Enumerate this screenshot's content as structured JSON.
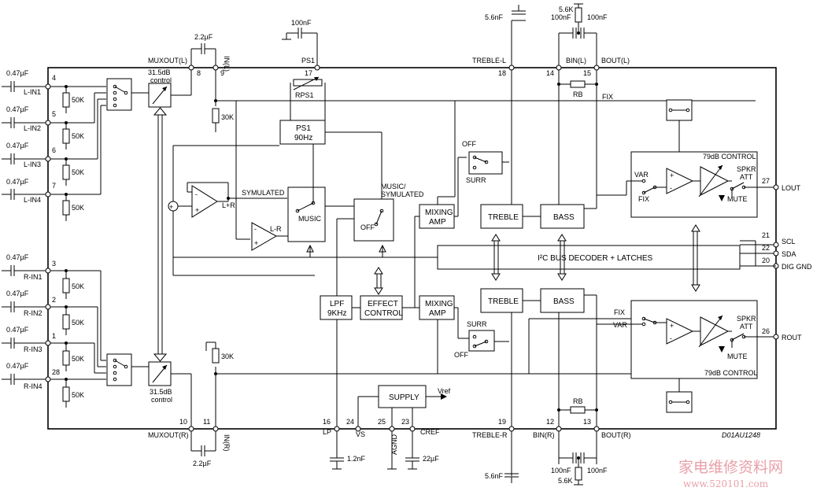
{
  "inputs_left": {
    "cap": "0.47µF",
    "l_in1": "L-IN1",
    "l_in2": "L-IN2",
    "l_in3": "L-IN3",
    "l_in4": "L-IN4",
    "r_in1": "R-IN1",
    "r_in2": "R-IN2",
    "r_in3": "R-IN3",
    "r_in4": "R-IN4",
    "res": "50K"
  },
  "pins": {
    "p1": "1",
    "p2": "2",
    "p3": "3",
    "p4": "4",
    "p5": "5",
    "p6": "6",
    "p7": "7",
    "p8": "8",
    "p9": "9",
    "p10": "10",
    "p11": "11",
    "p12": "12",
    "p13": "13",
    "p14": "14",
    "p15": "15",
    "p16": "16",
    "p17": "17",
    "p18": "18",
    "p19": "19",
    "p20": "20",
    "p21": "21",
    "p22": "22",
    "p23": "23",
    "p24": "24",
    "p25": "25",
    "p26": "26",
    "p27": "27",
    "p28": "28"
  },
  "labels": {
    "muxout_l": "MUXOUT(L)",
    "muxout_r": "MUXOUT(R)",
    "in_l": "IN(L)",
    "in_r": "IN(R)",
    "cap_2u2": "2.2µF",
    "ctrl_31": "31.5dB",
    "control": "control",
    "res_30k": "30K",
    "ps1": "PS1",
    "cap_100n": "100nF",
    "rps1": "RPS1",
    "ps1_block": "PS1",
    "ps1_90hz": "90Hz",
    "symulated": "SYMULATED",
    "lplusr": "L+R",
    "lminusr": "L-R",
    "music": "MUSIC",
    "music_sym_1": "MUSIC/",
    "music_sym_2": "SYMULATED",
    "off": "OFF",
    "surr": "SURR",
    "mixing": "MIXING",
    "amp": "AMP",
    "treble": "TREBLE",
    "bass": "BASS",
    "treble_l": "TREBLE-L",
    "treble_r": "TREBLE-R",
    "cap_5n6": "5.6nF",
    "res_5k6": "5.6K",
    "bin_l": "BIN(L)",
    "bout_l": "BOUT(L)",
    "bin_r": "BIN(R)",
    "bout_r": "BOUT(R)",
    "rb": "RB",
    "fix": "FIX",
    "var": "VAR",
    "ctrl_79": "79dB CONTROL",
    "spkr": "SPKR",
    "att": "ATT",
    "mute": "MUTE",
    "lout": "LOUT",
    "rout": "ROUT",
    "scl": "SCL",
    "sda": "SDA",
    "dig_gnd": "DIG GND",
    "i2c": "I²C BUS DECODER + LATCHES",
    "lpf": "LPF",
    "lpf_9k": "9KHz",
    "effect": "EFFECT",
    "effect_ctrl": "CONTROL",
    "supply": "SUPPLY",
    "vref": "Vref",
    "lp": "LP",
    "vs": "VS",
    "agnd": "AGND",
    "cref": "CREF",
    "cap_1n2": "1.2nF",
    "cap_22u": "22µF",
    "doc_id": "D01AU1248"
  },
  "watermark": {
    "cn": "家电维修资料网",
    "url": "www.520101.com"
  }
}
